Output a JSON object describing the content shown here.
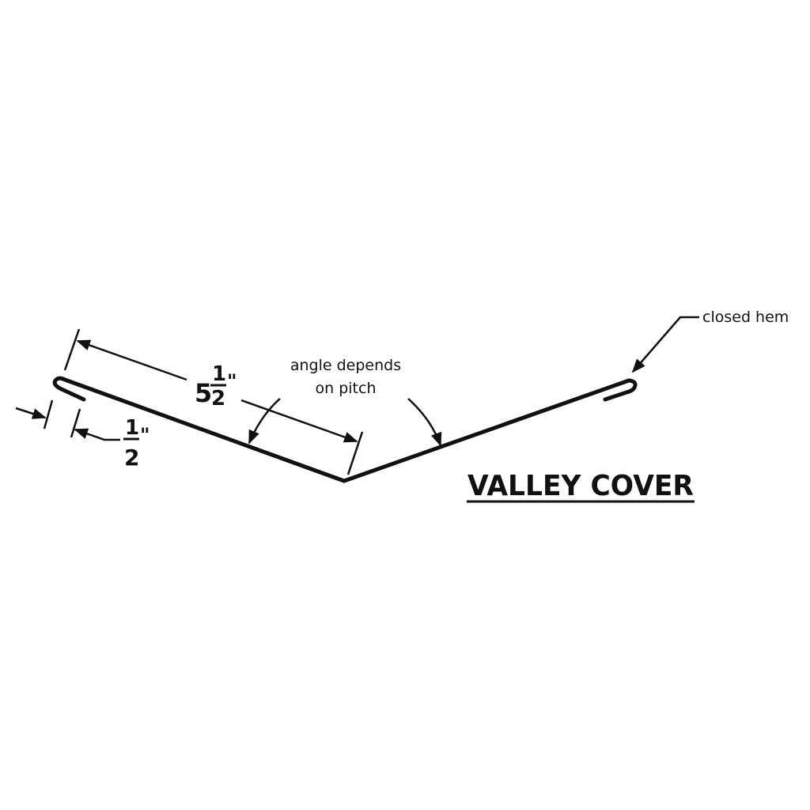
{
  "diagram": {
    "title": "VALLEY COVER",
    "annotations": {
      "angle_line1": "angle depends",
      "angle_line2": "on pitch",
      "closed_hem": "closed hem"
    },
    "dimensions": {
      "leg_length_whole": "5",
      "leg_length_num": "1",
      "leg_length_den": "2",
      "leg_length_unit": "\"",
      "hem_num": "1",
      "hem_den": "2",
      "hem_unit": "\""
    },
    "colors": {
      "ink": "#111111",
      "background": "#ffffff"
    }
  }
}
